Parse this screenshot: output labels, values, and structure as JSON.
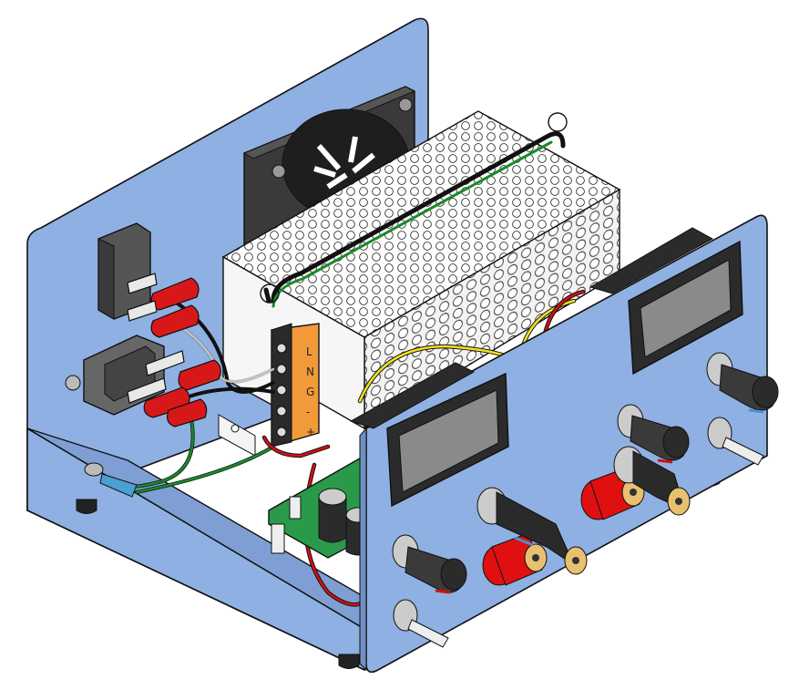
{
  "illustration": {
    "colors": {
      "chassis": "#8fb0e2",
      "chassis_dark": "#6f8fc4",
      "fan_body": "#3a3a3a",
      "psu_body": "#f2f2f2",
      "terminal_block": "#f29a3a",
      "display_bezel": "#2b2b2b",
      "display_screen": "#8a8a8a",
      "binding_post_red": "#e01010",
      "binding_post_black": "#2a2a2a",
      "wire_green": "#1a8a2a",
      "wire_red": "#d01010",
      "wire_yellow": "#f0e020",
      "wire_black": "#111111",
      "pcb": "#2a9a4a"
    },
    "terminal_labels": [
      "L",
      "N",
      "G",
      "-",
      "+"
    ]
  }
}
